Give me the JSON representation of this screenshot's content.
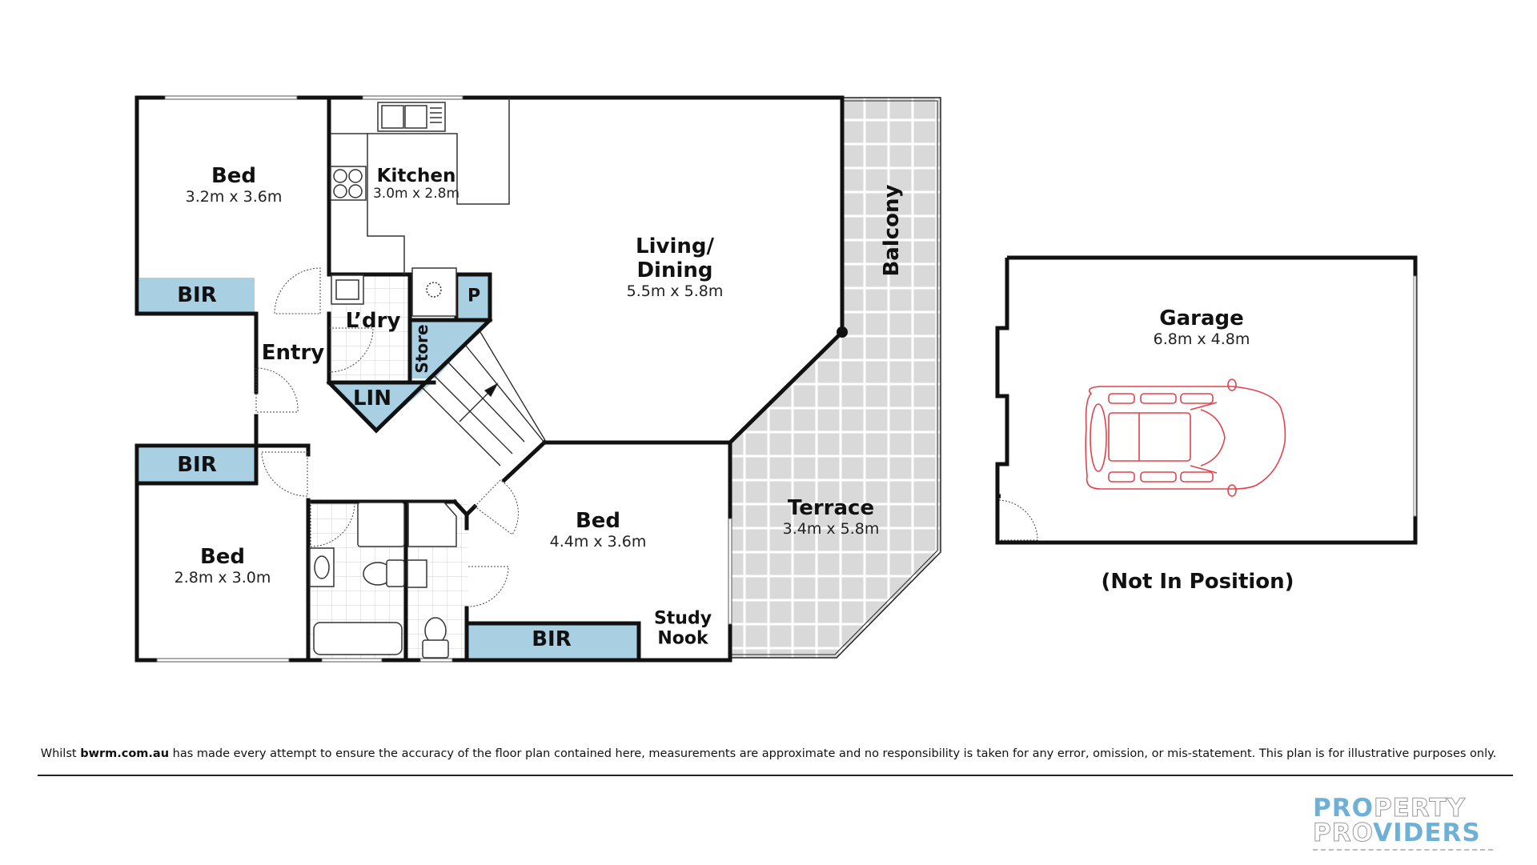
{
  "floorplan": {
    "rooms": [
      {
        "id": "bed1",
        "name": "Bed",
        "dimensions": "3.2m x 3.6m"
      },
      {
        "id": "kitchen",
        "name": "Kitchen",
        "dimensions": "3.0m x 2.8m"
      },
      {
        "id": "living",
        "name": "Living/\nDining",
        "name_line1": "Living/",
        "name_line2": "Dining",
        "dimensions": "5.5m x 5.8m"
      },
      {
        "id": "bed2",
        "name": "Bed",
        "dimensions": "2.8m x 3.0m"
      },
      {
        "id": "bed3",
        "name": "Bed",
        "dimensions": "4.4m x 3.6m"
      },
      {
        "id": "terrace",
        "name": "Terrace",
        "dimensions": "3.4m x 5.8m"
      },
      {
        "id": "garage",
        "name": "Garage",
        "dimensions": "6.8m x 4.8m"
      }
    ],
    "labels": {
      "bir_1": "BIR",
      "bir_2": "BIR",
      "bir_3": "BIR",
      "laundry": "L’dry",
      "entry": "Entry",
      "store": "Store",
      "pantry": "P",
      "linen": "LIN",
      "balcony": "Balcony",
      "study_line1": "Study",
      "study_line2": "Nook",
      "garage_note": "(Not In Position)"
    },
    "colors": {
      "wall": "#111111",
      "storage_fill": "#a9cfe3",
      "tile_fill": "#dedede",
      "car_outline": "#e0434b"
    }
  },
  "footer": {
    "disclaimer_prefix": "Whilst ",
    "disclaimer_brand": "bwrm.com.au",
    "disclaimer_suffix": " has made every attempt to ensure the accuracy of the floor plan contained here, measurements are approximate and no responsibility is taken for any error, omission, or mis-statement. This plan is for illustrative purposes only."
  },
  "logo": {
    "line1_fill": "PRO",
    "line1_outline": "PERTY",
    "line2_outline": "PRO",
    "line2_fill": "VIDERS"
  }
}
